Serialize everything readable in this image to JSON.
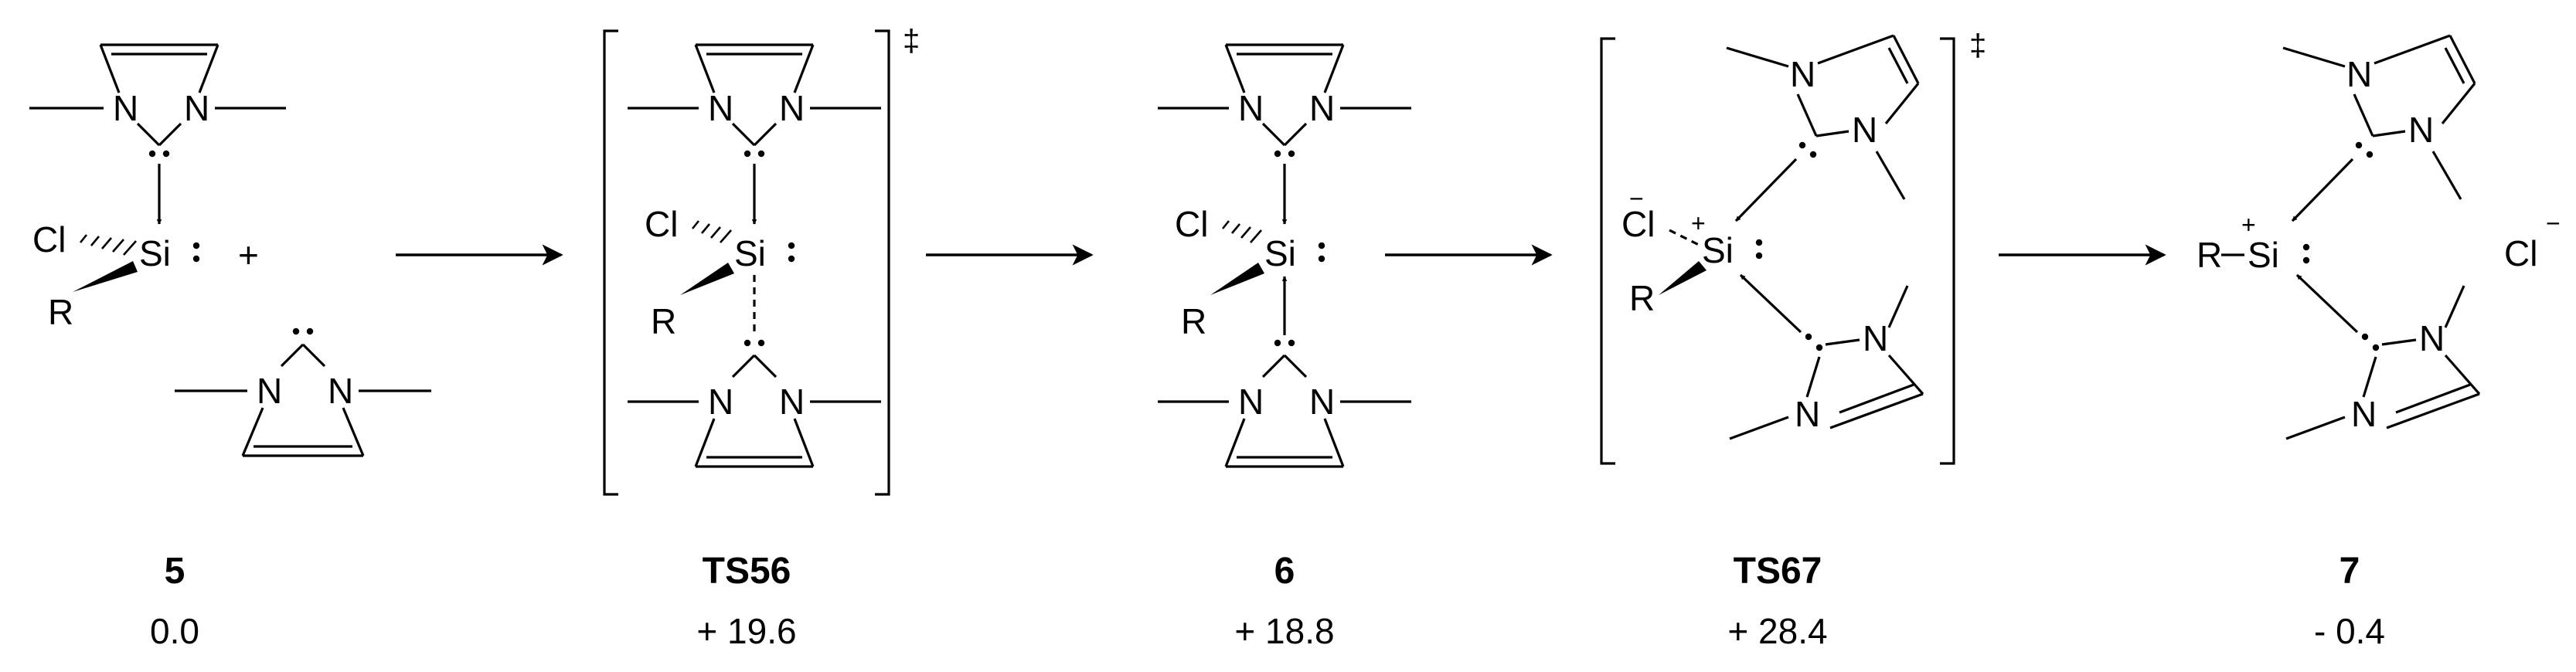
{
  "atoms": {
    "N": "N",
    "Cl": "Cl",
    "Si": "Si",
    "R": "R",
    "plus": "+",
    "minus": "−"
  },
  "plus_sign": "+",
  "transition_mark": "‡",
  "species": [
    {
      "id": "5",
      "energy": "0.0"
    },
    {
      "id": "TS56",
      "energy": "+ 19.6"
    },
    {
      "id": "6",
      "energy": "+ 18.8"
    },
    {
      "id": "TS67",
      "energy": "+ 28.4"
    },
    {
      "id": "7",
      "energy": "- 0.4"
    }
  ]
}
